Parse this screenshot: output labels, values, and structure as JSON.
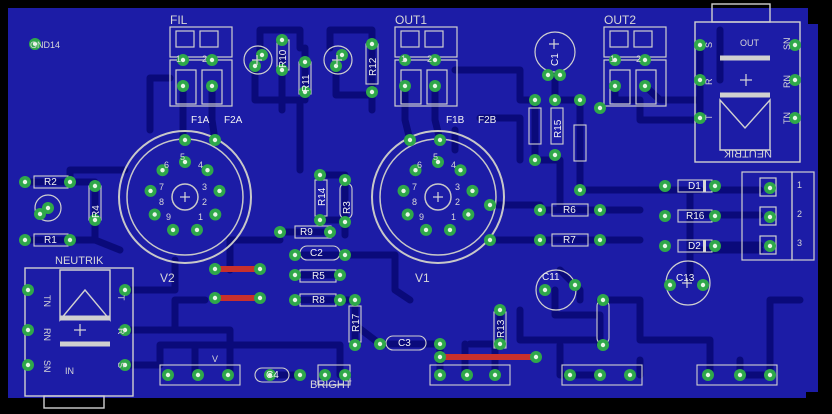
{
  "board": {
    "colors": {
      "background": "#000000",
      "copper_pour": "#1c1ca6",
      "traces": "#0a0a7a",
      "pads": "#2fa84a",
      "silkscreen": "#d8d8d8",
      "top_jumper": "#c8302c",
      "outline": "#bdbdbd"
    },
    "labels": {
      "gnd": "GND14",
      "fil": "FIL",
      "out1": "OUT1",
      "out2": "OUT2",
      "v1": "V1",
      "v2": "V2",
      "neutrik": "NEUTRIK",
      "bright": "BRIGHT",
      "out": "OUT",
      "in": "IN",
      "f1a": "F1A",
      "f2a": "F2A",
      "f1b": "F1B",
      "f2b": "F2B",
      "c1": "C1",
      "c11": "C11",
      "c13": "C13",
      "c2": "C2",
      "c3": "C3",
      "c4": "C4",
      "r1": "R1",
      "r2": "R2",
      "r3": "R3",
      "r4": "R4",
      "r5": "R5",
      "r6": "R6",
      "r7": "R7",
      "r8": "R8",
      "r9": "R9",
      "r10": "R10",
      "r11": "R11",
      "r12": "R12",
      "r13": "R13",
      "r14": "R14",
      "r15": "R15",
      "r16": "R16",
      "r17": "R17",
      "d1": "D1",
      "d2": "D2",
      "sn": "SN",
      "rn": "RN",
      "tn": "TN",
      "s": "S",
      "r": "R",
      "t": "T",
      "pin1": "1",
      "pin2": "2",
      "pin3": "3",
      "tube_pins": [
        "1",
        "2",
        "3",
        "4",
        "5",
        "6",
        "7",
        "8",
        "9"
      ],
      "pin_v": "V"
    }
  }
}
